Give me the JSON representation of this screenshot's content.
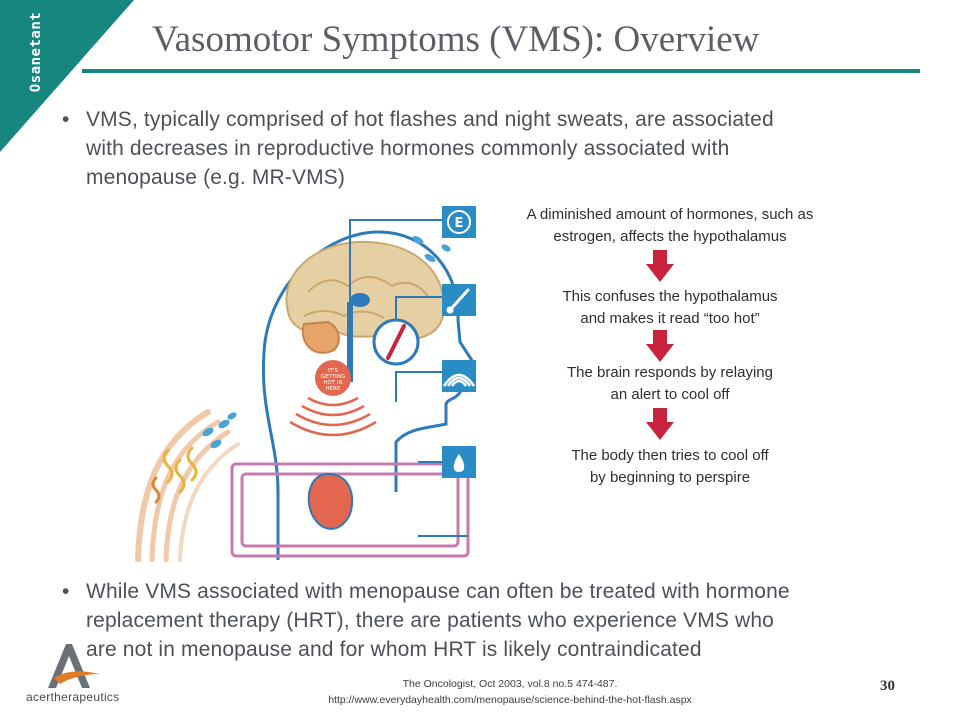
{
  "side_label": "Osanetant",
  "title": "Vasomotor Symptoms (VMS): Overview",
  "bullets": [
    {
      "lines": [
        "VMS, typically comprised of hot flashes and night sweats, are associated",
        "with decreases in reproductive hormones commonly associated with",
        "menopause (e.g. MR-VMS)"
      ]
    },
    {
      "lines": [
        "While VMS associated with menopause can often be treated with hormone",
        "replacement therapy (HRT), there are patients who experience VMS who",
        "are not in menopause and for whom HRT is likely contraindicated"
      ]
    }
  ],
  "diagram": {
    "icons": {
      "estrogen_letter": "E",
      "estrogen_icon": "estrogen-icon",
      "thermometer_icon": "thermometer-icon",
      "signal_icon": "signal-waves-icon",
      "sweat_icon": "sweat-drop-icon"
    },
    "speech_text": [
      "IT'S",
      "GETTING",
      "HOT IN",
      "HERE"
    ],
    "steps": [
      {
        "lines": [
          "A diminished amount of hormones, such as",
          "estrogen, affects the hypothalamus"
        ]
      },
      {
        "lines": [
          "This confuses the hypothalamus",
          "and makes it read “too hot”"
        ]
      },
      {
        "lines": [
          "The brain responds by relaying",
          "an alert to cool off"
        ]
      },
      {
        "lines": [
          "The body then tries to cool off",
          "by beginning to perspire"
        ]
      }
    ]
  },
  "references": [
    "The Oncologist, Oct 2003, vol.8 no.5 474-487.",
    "http://www.everydayhealth.com/menopause/science-behind-the-hot-flash.aspx"
  ],
  "page_number": "30",
  "logo_text": "acertherapeutics",
  "colors": {
    "teal": "#17867f",
    "title_gray": "#5b6066",
    "arrow_red": "#c8233e",
    "icon_blue": "#2a8cc4"
  }
}
